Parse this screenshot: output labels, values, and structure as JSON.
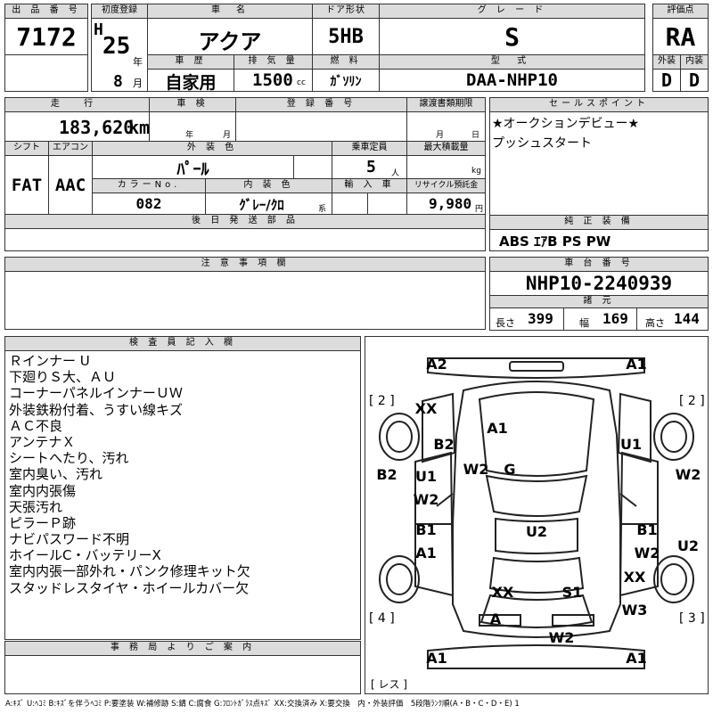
{
  "header": {
    "lot_no": {
      "label": "出 品 番 号",
      "value": "7172"
    },
    "first_reg": {
      "label": "初度登録",
      "era": "H",
      "year": "25",
      "year_unit": "年",
      "month": "8",
      "month_unit": "月"
    },
    "car_name": {
      "label": "車　名",
      "value": "アクア"
    },
    "door": {
      "label": "ドア形状",
      "value": "5HB"
    },
    "grade": {
      "label": "グ レ ー ド",
      "value": "S"
    },
    "score": {
      "label": "評価点",
      "value": "RA"
    },
    "history": {
      "label": "車 歴",
      "value": "自家用"
    },
    "displacement": {
      "label": "排 気 量",
      "value": "1500",
      "unit": "cc"
    },
    "fuel": {
      "label": "燃 料",
      "value": "ｶﾞｿﾘﾝ"
    },
    "model_code": {
      "label": "型 式",
      "value": "DAA-NHP10"
    },
    "exterior": {
      "label": "外装",
      "value": "D"
    },
    "interior": {
      "label": "内装",
      "value": "D"
    }
  },
  "row2": {
    "mileage": {
      "label": "走 行",
      "value": "183,620",
      "unit": "km"
    },
    "inspection": {
      "label": "車 検",
      "year_unit": "年",
      "month_unit": "月"
    },
    "reg_no": {
      "label": "登 録 番 号"
    },
    "transfer_deadline": {
      "label": "譲渡書類期限",
      "month_unit": "月",
      "day_unit": "日"
    },
    "shift": {
      "label": "シフト",
      "value": "FAT"
    },
    "aircon": {
      "label": "エアコン",
      "value": "AAC"
    },
    "ext_color": {
      "label": "外 装 色",
      "value": "ﾊﾟｰﾙ"
    },
    "capacity": {
      "label": "乗車定員",
      "value": "5",
      "unit": "人"
    },
    "max_load": {
      "label": "最大積載量",
      "unit": "kg"
    },
    "color_no": {
      "label": "カラーNo.",
      "value": "082"
    },
    "int_color": {
      "label": "内 装 色",
      "value": "ｸﾞﾚｰ/ｸﾛ",
      "unit": "系"
    },
    "import": {
      "label": "輸 入 車"
    },
    "recycle": {
      "label": "リサイクル預託金",
      "value": "9,980",
      "unit": "円"
    },
    "later_parts": {
      "label": "後 日 発 送 部 品"
    }
  },
  "sales_point": {
    "label": "セールスポイント",
    "lines": [
      "★オークションデビュー★",
      "プッシュスタート"
    ]
  },
  "equipment": {
    "label": "純 正 装 備",
    "value": "ABS ｴｱB PS PW"
  },
  "caution": {
    "label": "注 意 事 項 欄"
  },
  "chassis": {
    "label": "車 台 番 号",
    "value": "NHP10-2240939"
  },
  "specs": {
    "label": "諸 元",
    "length_label": "長さ",
    "length": "399",
    "width_label": "幅",
    "width": "169",
    "height_label": "高さ",
    "height": "144"
  },
  "inspector": {
    "label": "検 査 員 記 入 欄",
    "lines": [
      "Ｒインナー U",
      "下廻りＳ大、ＡＵ",
      "コーナーパネルインナーＵＷ",
      "外装鉄粉付着、うすい線キズ",
      "ＡＣ不良",
      "アンテナＸ",
      "シートへたり、汚れ",
      "室内臭い、汚れ",
      "室内内張傷",
      "天張汚れ",
      "ピラーＰ跡",
      "ナビパスワード不明",
      "ホイールC・バッテリーX",
      "室内内張一部外れ・パンク修理キット欠",
      "スタッドレスタイヤ・ホイールカバー欠"
    ]
  },
  "office_note": {
    "label": "事 務 局 よ り ご 案 内"
  },
  "legend": "A:ｷｽﾞ U:ﾍｺﾐ B:ｷｽﾞを伴うﾍｺﾐ P:要塗装 W:補修跡 S:錆 C:腐食 G:ﾌﾛﾝﾄｶﾞﾗｽ点ｷｽﾞ XX:交換済み X:要交換　内・外装評価　5段階ﾗﾝｸ順(A・B・C・D・E) 1",
  "diagram": {
    "corners": [
      "[ 2 ]",
      "[ 2 ]",
      "[ 4 ]",
      "[ 3 ]"
    ],
    "les": "[ レス ]",
    "marks": [
      "A2",
      "A1",
      "XX",
      "B2",
      "A1",
      "U1",
      "W2",
      "G",
      "B2",
      "U1",
      "W2",
      "W2",
      "B1",
      "A1",
      "U2",
      "B1",
      "W2",
      "U2",
      "XX",
      "XX",
      "S1",
      "W3",
      "A",
      "W2",
      "A1",
      "A1"
    ]
  }
}
